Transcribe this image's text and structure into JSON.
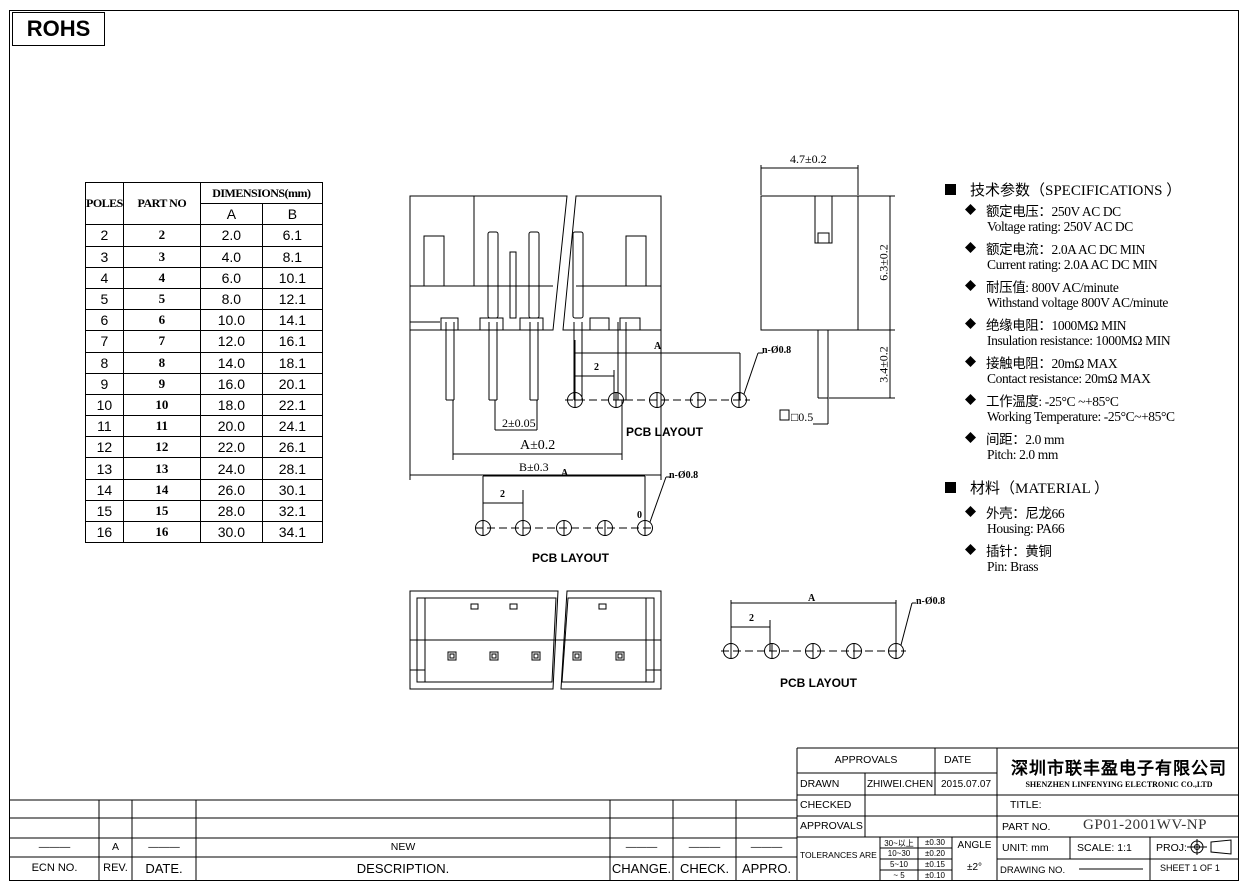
{
  "rohs": "ROHS",
  "table": {
    "headers": {
      "poles": "POLES",
      "part_no": "PART NO",
      "dimensions": "DIMENSIONS(mm)",
      "a": "A",
      "b": "B"
    },
    "rows": [
      [
        "2",
        "2",
        "2.0",
        "6.1"
      ],
      [
        "3",
        "3",
        "4.0",
        "8.1"
      ],
      [
        "4",
        "4",
        "6.0",
        "10.1"
      ],
      [
        "5",
        "5",
        "8.0",
        "12.1"
      ],
      [
        "6",
        "6",
        "10.0",
        "14.1"
      ],
      [
        "7",
        "7",
        "12.0",
        "16.1"
      ],
      [
        "8",
        "8",
        "14.0",
        "18.1"
      ],
      [
        "9",
        "9",
        "16.0",
        "20.1"
      ],
      [
        "10",
        "10",
        "18.0",
        "22.1"
      ],
      [
        "11",
        "11",
        "20.0",
        "24.1"
      ],
      [
        "12",
        "12",
        "22.0",
        "26.1"
      ],
      [
        "13",
        "13",
        "24.0",
        "28.1"
      ],
      [
        "14",
        "14",
        "26.0",
        "30.1"
      ],
      [
        "15",
        "15",
        "28.0",
        "32.1"
      ],
      [
        "16",
        "16",
        "30.0",
        "34.1"
      ]
    ]
  },
  "drawing": {
    "pcb_layout": "PCB LAYOUT",
    "dim_a": "A",
    "dim_2": "2",
    "dim_hole": "n-Ø0.8",
    "dim_2_tol": "2±0.05",
    "dim_a_tol": "A±0.2",
    "dim_b_tol": "B±0.3",
    "dim_width": "4.7±0.2",
    "dim_height": "6.3±0.2",
    "dim_pin": "3.4±0.2",
    "dim_pin_sq": "□0.5",
    "zero": "0"
  },
  "specs": {
    "spec_title": "技术参数（SPECIFICATIONS ）",
    "items": [
      {
        "cn": "额定电压：250V AC DC",
        "en": "Voltage rating: 250V AC DC"
      },
      {
        "cn": "额定电流：2.0A AC DC   MIN",
        "en": "Current rating: 2.0A  AC DC  MIN"
      },
      {
        "cn": "耐压值: 800V AC/minute",
        "en": "Withstand voltage 800V AC/minute"
      },
      {
        "cn": "绝缘电阻：1000MΩ  MIN",
        "en": "Insulation resistance: 1000MΩ  MIN"
      },
      {
        "cn": "接触电阻：20mΩ  MAX",
        "en": "Contact resistance:  20mΩ  MAX"
      },
      {
        "cn": "工作温度: -25°C ~+85°C",
        "en": "Working Temperature: -25°C~+85°C"
      },
      {
        "cn": "间距：2.0 mm",
        "en": "Pitch: 2.0 mm"
      }
    ],
    "material_title": "材料（MATERIAL ）",
    "materials": [
      {
        "cn": "外壳：尼龙66",
        "en": "Housing:  PA66"
      },
      {
        "cn": "插针：黄铜",
        "en": "Pin: Brass"
      }
    ]
  },
  "title_block": {
    "approvals": "APPROVALS",
    "date": "DATE",
    "drawn": "DRAWN",
    "drawn_by": "ZHIWEI.CHEN",
    "drawn_date": "2015.07.07",
    "checked": "CHECKED",
    "approvals2": "APPROVALS",
    "tolerances": "TOLERANCES  ARE",
    "tol_ranges": [
      "30~以上",
      "10~30",
      "5~10",
      "~ 5"
    ],
    "tol_values": [
      "±0.30",
      "±0.20",
      "±0.15",
      "±0.10"
    ],
    "angle": "ANGLE",
    "angle_val": "±2°",
    "company_cn": "深圳市联丰盈电子有限公司",
    "company_en": "SHENZHEN LINFENYING ELECTRONIC CO.,LTD",
    "title": "TITLE:",
    "part_no": "PART  NO.",
    "part_no_value": "GP01-2001WV-NP",
    "unit": "UNIT:  mm",
    "scale": "SCALE:   1:1",
    "proj": "PROJ:",
    "drawing_no": "DRAWING  NO.",
    "sheet": "SHEET   1  OF  1",
    "rev_row": {
      "ecn": "———",
      "rev": "A",
      "date": "———",
      "desc": "NEW",
      "change": "———",
      "check": "———",
      "appro": "———"
    },
    "rev_headers": {
      "ecn": "ECN  NO.",
      "rev": "REV.",
      "date": "DATE.",
      "desc": "DESCRIPTION.",
      "change": "CHANGE.",
      "check": "CHECK.",
      "appro": "APPRO."
    }
  }
}
